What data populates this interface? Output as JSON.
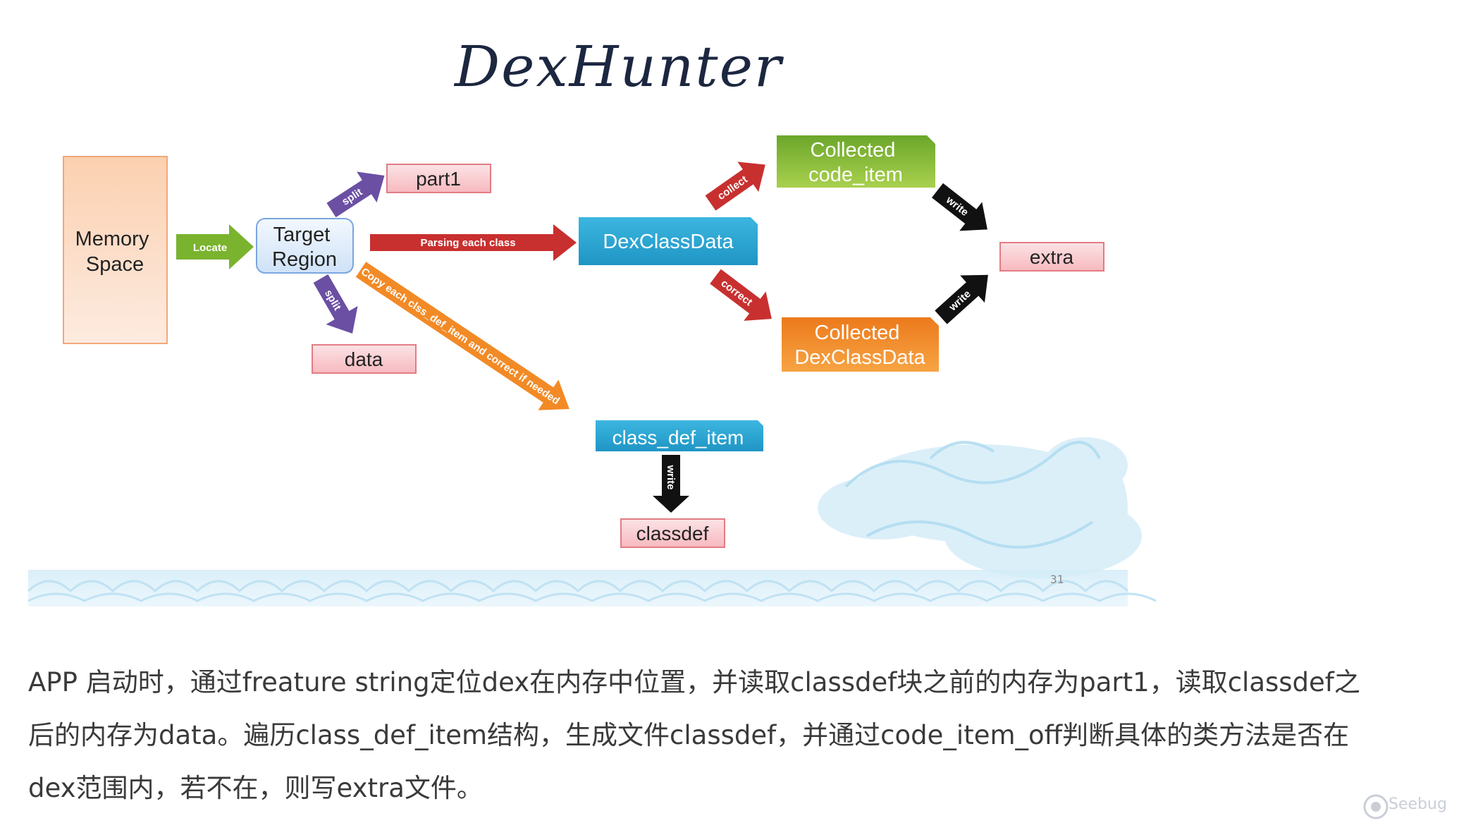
{
  "title": "DexHunter",
  "page_number": "31",
  "nodes": {
    "memory_space": [
      "Memory",
      "Space"
    ],
    "target_region": [
      "Target",
      "Region"
    ],
    "part1": "part1",
    "data": "data",
    "dexclassdata": "DexClassData",
    "collected_code_item": [
      "Collected",
      "code_item"
    ],
    "collected_dexclassdata": [
      "Collected",
      "DexClassData"
    ],
    "extra": "extra",
    "class_def_item": "class_def_item",
    "classdef": "classdef"
  },
  "edges": {
    "locate": "Locate",
    "split_up": "split",
    "split_down": "split",
    "parsing": "Parsing each class",
    "copy": "Copy each clss_def_item and correct if needed",
    "collect": "collect",
    "correct": "correct",
    "write_top": "write",
    "write_bottom": "write",
    "write_classdef": "write"
  },
  "caption": {
    "line1": "APP 启动时，通过freature string定位dex在内存中位置，并读取classdef块之前的内存为part1，读取classdef之",
    "line2": "后的内存为data。遍历class_def_item结构，生成文件classdef，并通过code_item_off判断具体的类方法是否在",
    "line3": "dex范围内，若不在，则写extra文件。"
  },
  "watermark": "Seebug",
  "colors": {
    "green": "#7ab32e",
    "blue": "#2ea8d6",
    "orange": "#f28a26",
    "red": "#c8302f",
    "purple": "#6a4fa3",
    "pink_box": "#fbd0d3",
    "peach": "#fbd3b4",
    "title": "#1c2740"
  }
}
